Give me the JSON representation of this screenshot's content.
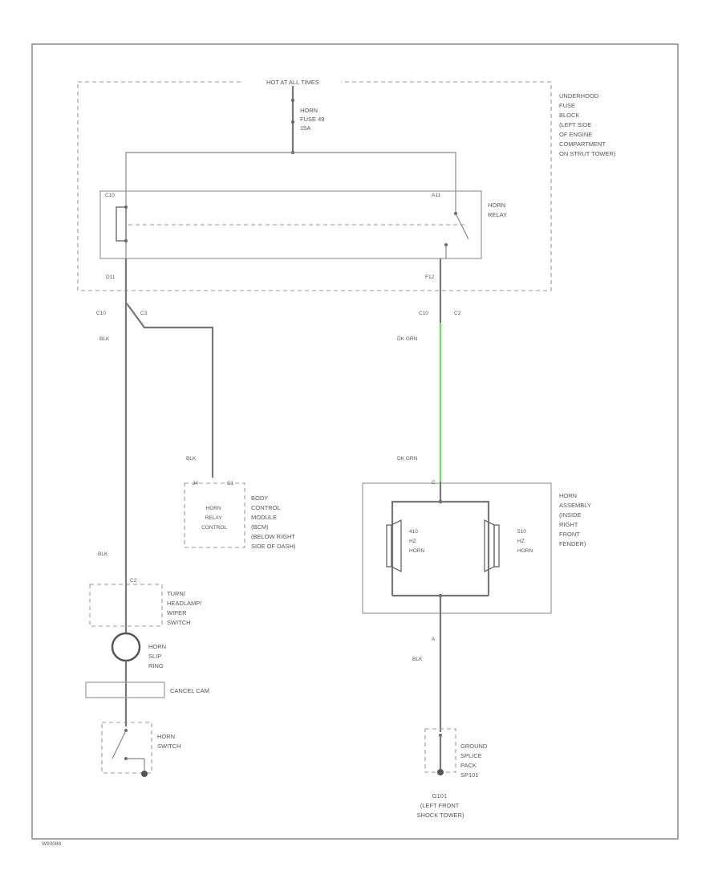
{
  "footer_code": "W93088",
  "fuse_block": {
    "header": "HOT AT ALL TIMES",
    "fuse_lines": [
      "HORN",
      "FUSE 49",
      "15A"
    ],
    "location_lines": [
      "UNDERHOOD",
      "FUSE",
      "BLOCK",
      "(LEFT SIDE",
      "OF ENGINE",
      "COMPARTMENT",
      "ON STRUT TOWER)"
    ]
  },
  "relay": {
    "name_lines": [
      "HORN",
      "RELAY"
    ],
    "pins": {
      "top_left": "C10",
      "top_right": "A11",
      "bottom_left": "D11",
      "bottom_right": "F12"
    }
  },
  "connectors": {
    "left": [
      "C10",
      "C3"
    ],
    "right": [
      "C10",
      "C2"
    ]
  },
  "wires": {
    "left_upper": "BLK",
    "right_upper": "DK GRN",
    "right_lower": "DK GRN",
    "bcm_feed": "BLK",
    "left_mid": "BLK",
    "ground_wire": "BLK"
  },
  "bcm": {
    "pins": [
      "J4",
      "C1"
    ],
    "inner_lines": [
      "HORN",
      "RELAY",
      "CONTROL"
    ],
    "location_lines": [
      "BODY",
      "CONTROL",
      "MODULE",
      "(BCM)",
      "(BELOW RIGHT",
      "SIDE OF DASH)"
    ]
  },
  "horn_assembly": {
    "top_pin": "C",
    "bottom_pin": "A",
    "location_lines": [
      "HORN",
      "ASSEMBLY",
      "(INSIDE",
      "RIGHT",
      "FRONT",
      "FENDER)"
    ],
    "horn1_lines": [
      "410",
      "HZ",
      "HORN"
    ],
    "horn2_lines": [
      "510",
      "HZ",
      "HORN"
    ]
  },
  "switch": {
    "pin": "C2",
    "lines": [
      "TURN/",
      "HEADLAMP/",
      "WIPER",
      "SWITCH"
    ]
  },
  "slip_ring_lines": [
    "HORN",
    "SLIP",
    "RING"
  ],
  "cancel_cam": "CANCEL CAM",
  "horn_switch_lines": [
    "HORN",
    "SWITCH"
  ],
  "ground": {
    "lines": [
      "GROUND",
      "SPLICE",
      "PACK",
      "SP101"
    ],
    "ref_lines": [
      "G101",
      "(LEFT FRONT",
      "SHOCK TOWER)"
    ]
  },
  "colors": {
    "dk_grn_wire": "#7ed97e",
    "wire": "#777777"
  }
}
